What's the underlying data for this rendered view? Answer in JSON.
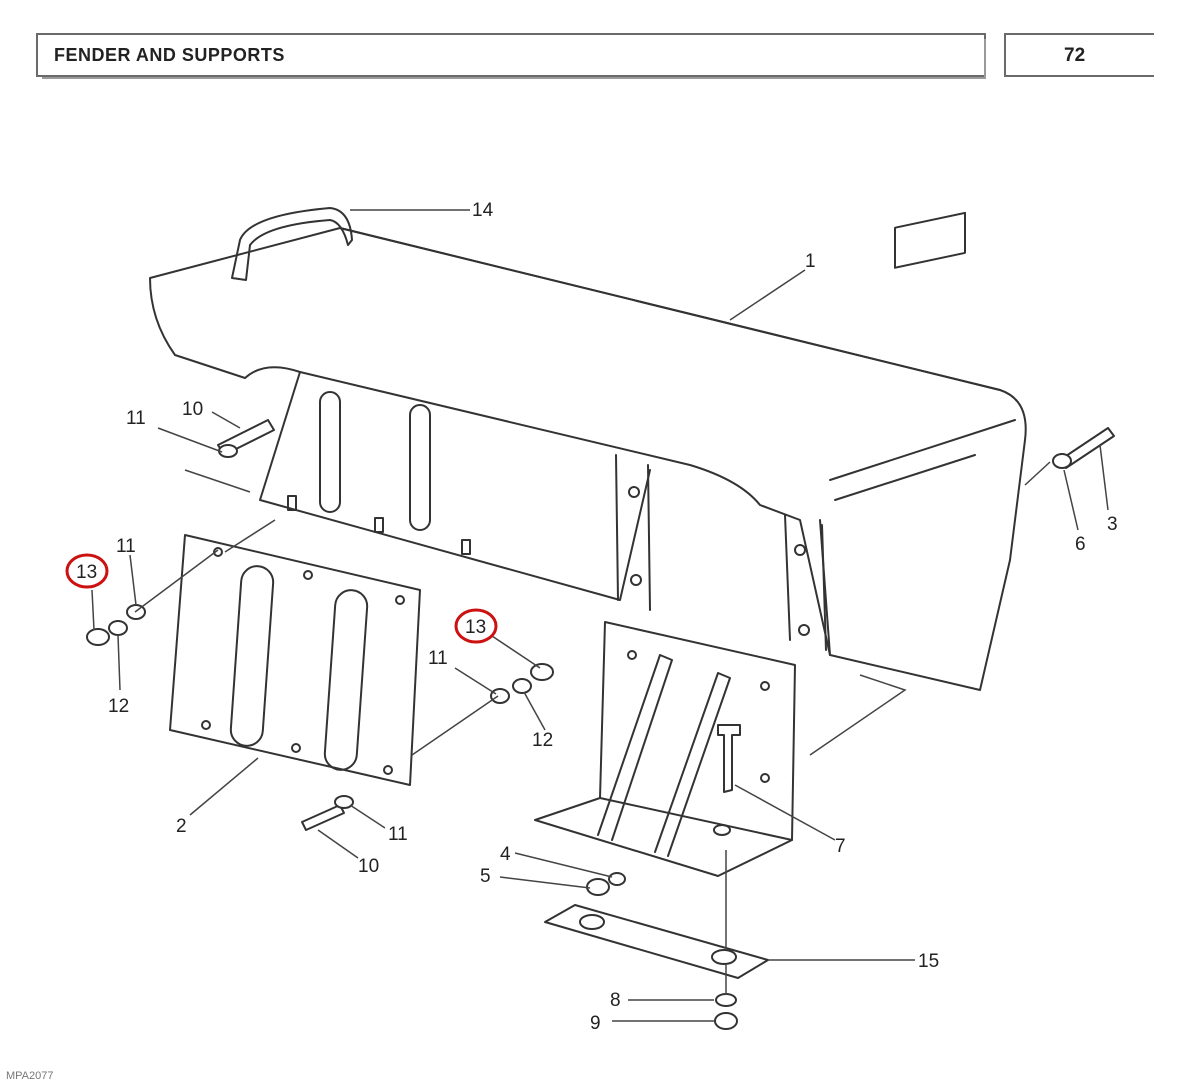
{
  "header": {
    "title": "FENDER AND SUPPORTS",
    "page": "72"
  },
  "footer": {
    "ref_code": "MPA2077"
  },
  "callouts": {
    "c1": "1",
    "c2": "2",
    "c3": "3",
    "c4": "4",
    "c5": "5",
    "c6": "6",
    "c7": "7",
    "c8": "8",
    "c9": "9",
    "c10a": "10",
    "c10b": "10",
    "c11a": "11",
    "c11b": "11",
    "c11c": "11",
    "c11d": "11",
    "c12a": "12",
    "c12b": "12",
    "c13a": "13",
    "c13b": "13",
    "c14": "14",
    "c15": "15"
  },
  "highlight": {
    "color": "#cc1111",
    "circled_callouts": [
      "13",
      "13"
    ]
  }
}
